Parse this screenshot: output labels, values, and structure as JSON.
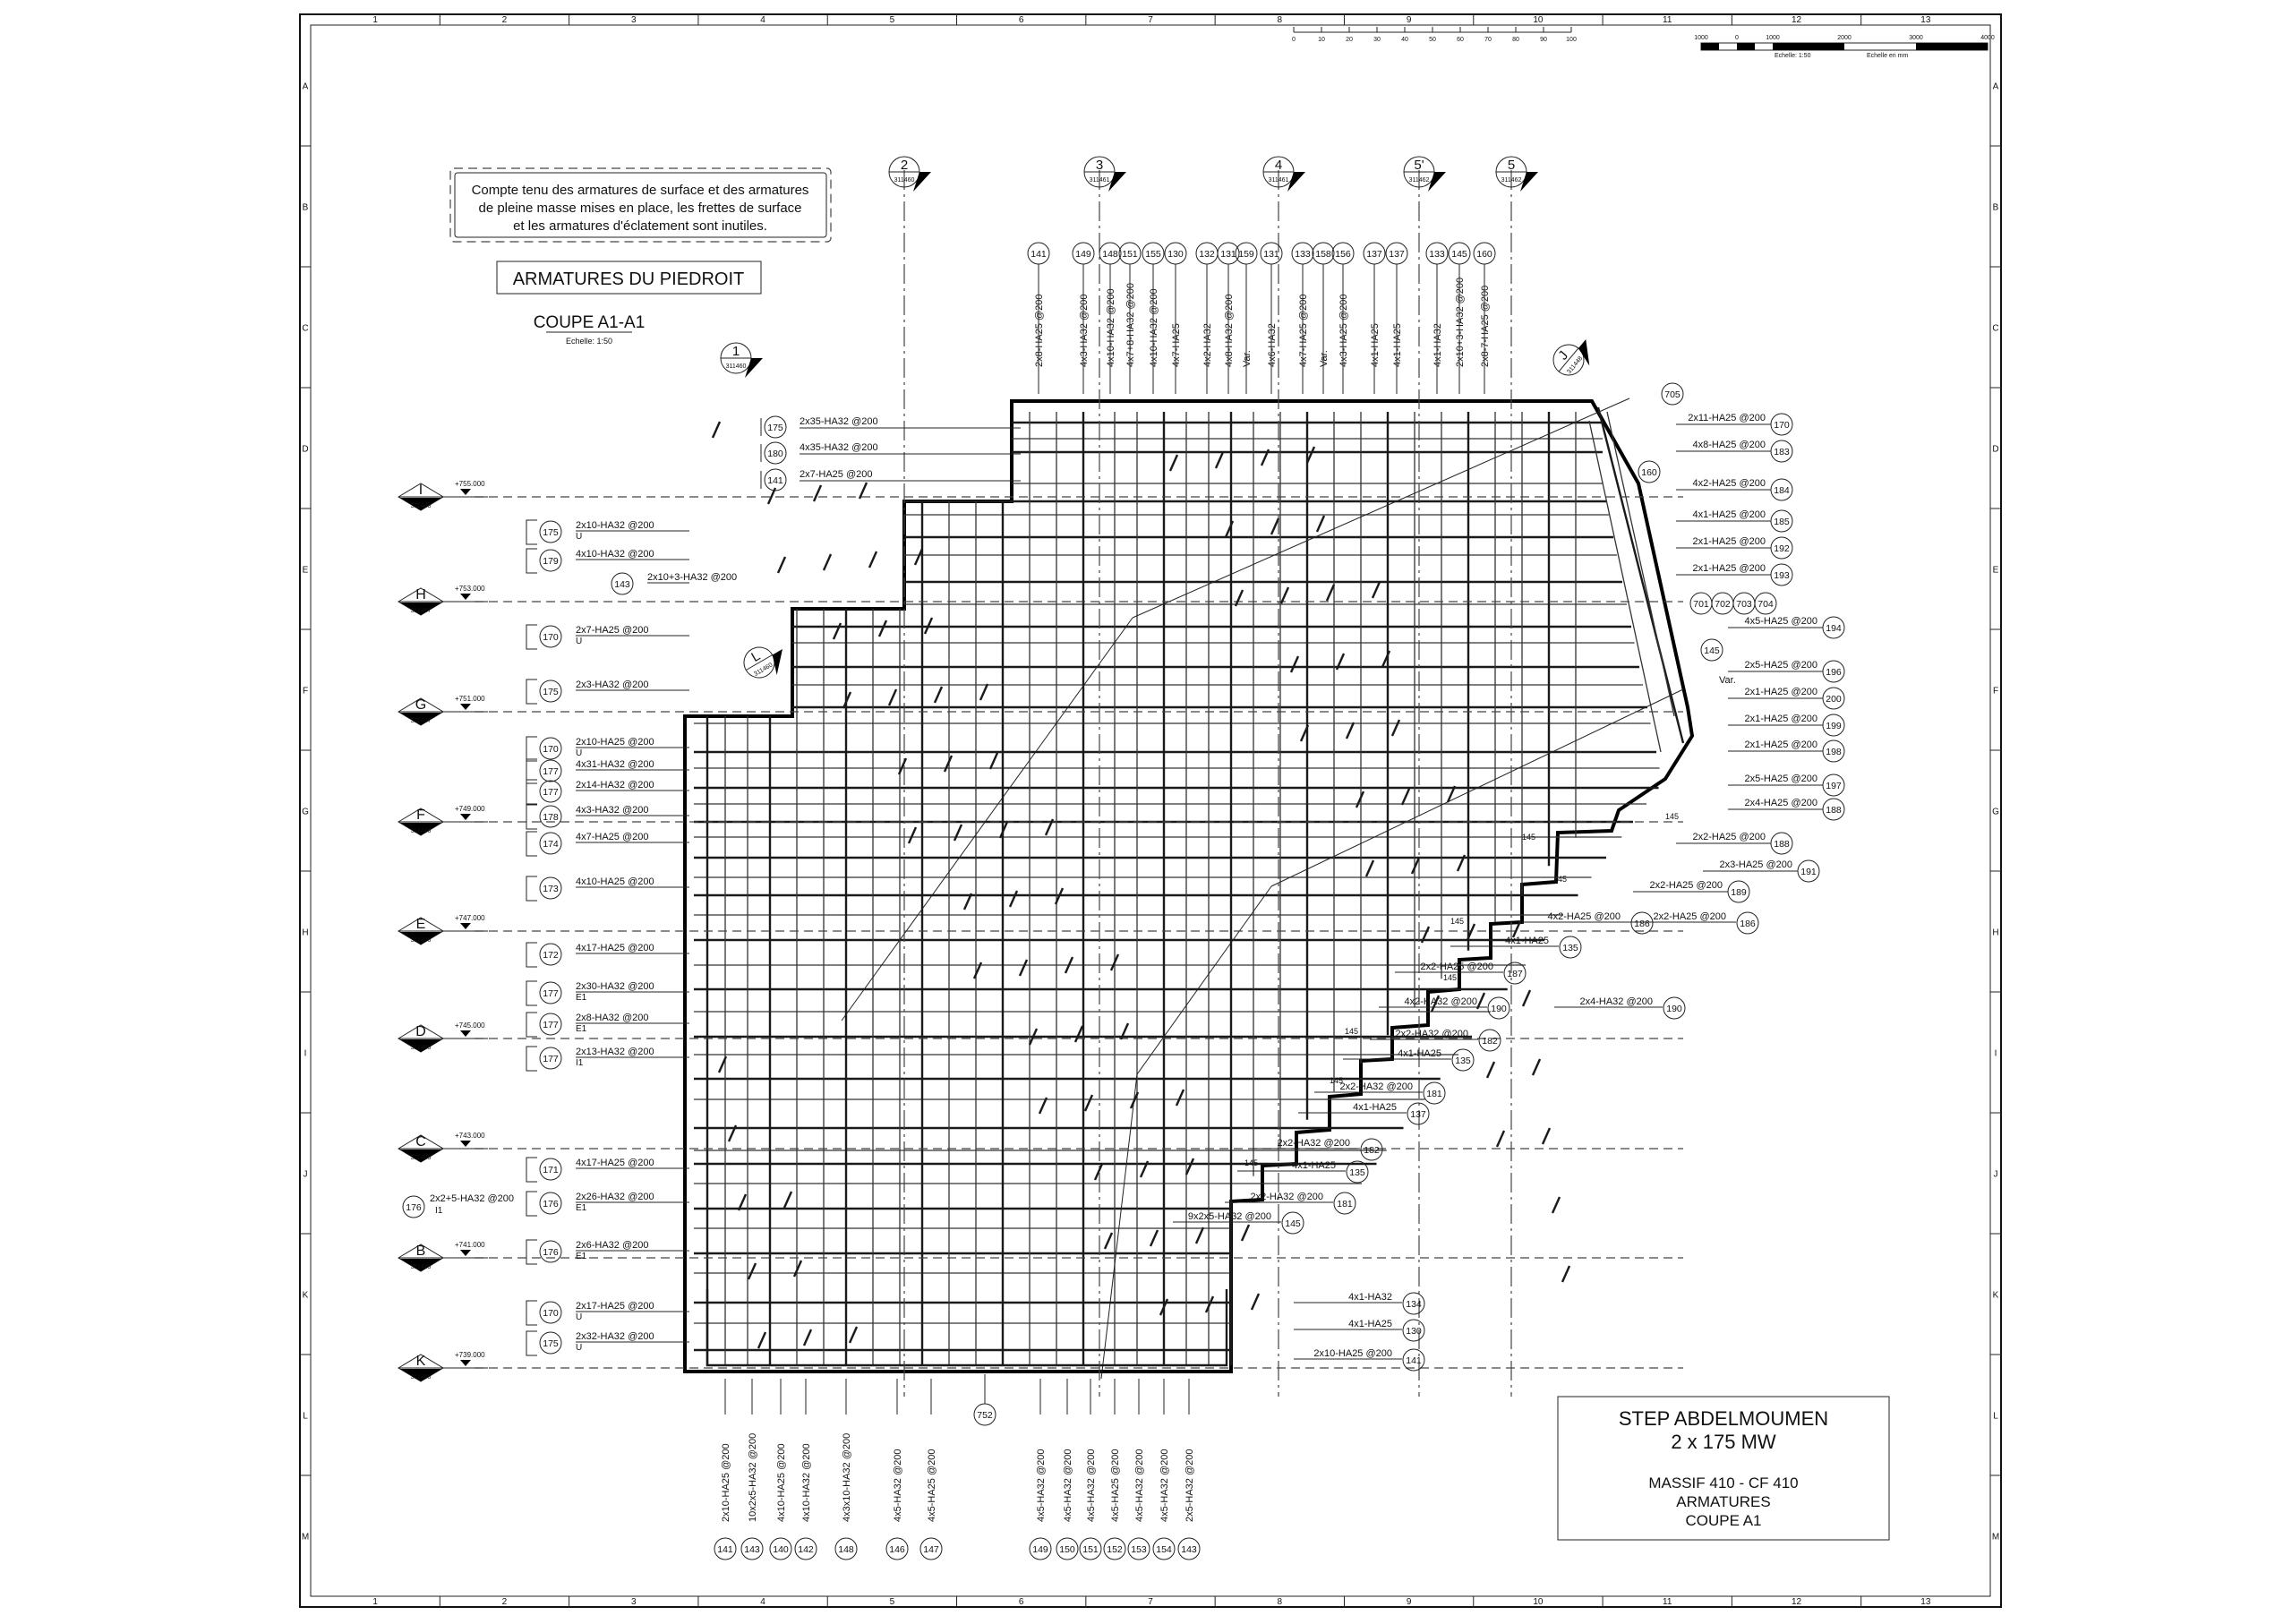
{
  "grid": {
    "columns": [
      "1",
      "2",
      "3",
      "4",
      "5",
      "6",
      "7",
      "8",
      "9",
      "10",
      "11",
      "12",
      "13"
    ],
    "rows": [
      "A",
      "B",
      "C",
      "D",
      "E",
      "F",
      "G",
      "H",
      "I",
      "J",
      "K",
      "L",
      "M"
    ]
  },
  "scale_bar": {
    "ticks_small": [
      "0",
      "10",
      "20",
      "30",
      "40",
      "50",
      "60",
      "70",
      "80",
      "90",
      "100"
    ],
    "ticks_right": [
      "1000",
      "0",
      "1000",
      "2000",
      "3000",
      "4000"
    ],
    "label_left": "Echelle: 1:50",
    "label_right": "Echelle en mm"
  },
  "note": {
    "lines": [
      "Compte tenu des armatures de surface et des armatures",
      "de pleine masse mises en place, les frettes de surface",
      "et les armatures d'éclatement sont inutiles."
    ]
  },
  "drawing_title": "ARMATURES DU PIEDROIT",
  "section_title": "COUPE A1-A1",
  "section_scale": "Echelle: 1:50",
  "axis_markers_top": [
    {
      "id": "2",
      "ref": "311460"
    },
    {
      "id": "3",
      "ref": "311461"
    },
    {
      "id": "4",
      "ref": "311461"
    },
    {
      "id": "5'",
      "ref": "311462"
    },
    {
      "id": "5",
      "ref": "311462"
    }
  ],
  "axis_marker_1": {
    "id": "1",
    "ref": "311460"
  },
  "axis_marker_L": {
    "id": "L",
    "ref": "311460"
  },
  "axis_marker_J": {
    "id": "J",
    "ref": "311448"
  },
  "level_markers": [
    {
      "id": "I",
      "ref": "311448",
      "level": "+755.000"
    },
    {
      "id": "H",
      "ref": "311447",
      "level": "+753.000"
    },
    {
      "id": "G",
      "ref": "311447",
      "level": "+751.000"
    },
    {
      "id": "F",
      "ref": "311446",
      "level": "+749.000"
    },
    {
      "id": "E",
      "ref": "311446",
      "level": "+747.000"
    },
    {
      "id": "D",
      "ref": "311445",
      "level": "+745.000"
    },
    {
      "id": "C",
      "ref": "311445",
      "level": "+743.000"
    },
    {
      "id": "B",
      "ref": "311445",
      "level": "+741.000"
    },
    {
      "id": "K",
      "ref": "311448",
      "level": "+739.000"
    }
  ],
  "top_bars": [
    {
      "text": "2x8-HA25 @200",
      "mark": "141"
    },
    {
      "text": "4x3-HA32 @200",
      "mark": "149"
    },
    {
      "text": "4x10-HA32 @200",
      "mark": "148"
    },
    {
      "text": "4x7+8-HA32 @200",
      "mark": "151"
    },
    {
      "text": "4x10-HA32 @200",
      "mark": "155"
    },
    {
      "text": "4x7-HA25",
      "mark": "130"
    },
    {
      "text": "4x2-HA32",
      "mark": "132"
    },
    {
      "text": "4x8-HA32 @200",
      "mark": "131"
    },
    {
      "text": "Var.",
      "mark": "159"
    },
    {
      "text": "4x6-HA32",
      "mark": "131"
    },
    {
      "text": "4x7-HA25 @200",
      "mark": "133"
    },
    {
      "text": "Var.",
      "mark": "158"
    },
    {
      "text": "4x3-HA25 @200",
      "mark": "156"
    },
    {
      "text": "4x1-HA25",
      "mark": "137"
    },
    {
      "text": "4x1-HA25",
      "mark": "137"
    },
    {
      "text": "4x1-HA32",
      "mark": "133"
    },
    {
      "text": "2x10+3-HA32 @200",
      "mark": "145"
    },
    {
      "text": "2x8-7-HA25 @200",
      "mark": "160"
    }
  ],
  "left_top_bars": [
    {
      "mark": "175",
      "text": "2x35-HA32 @200"
    },
    {
      "mark": "180",
      "text": "4x35-HA32 @200"
    },
    {
      "mark": "141",
      "text": "2x7-HA25 @200"
    }
  ],
  "left_bars": [
    {
      "mark": "175",
      "text": "2x10-HA32 @200",
      "sub": "U"
    },
    {
      "mark": "179",
      "text": "4x10-HA32 @200",
      "sub": ""
    },
    {
      "mark": "143",
      "text": "2x10+3-HA32 @200",
      "sub": ""
    },
    {
      "mark": "170",
      "text": "2x7-HA25 @200",
      "sub": "U"
    },
    {
      "mark": "175",
      "text": "2x3-HA32 @200",
      "sub": ""
    },
    {
      "mark": "170",
      "text": "2x10-HA25 @200",
      "sub": "U"
    },
    {
      "mark": "177",
      "text": "4x31-HA32 @200",
      "sub": ""
    },
    {
      "mark": "177",
      "text": "2x14-HA32 @200",
      "sub": ""
    },
    {
      "mark": "178",
      "text": "4x3-HA32 @200",
      "sub": ""
    },
    {
      "mark": "174",
      "text": "4x7-HA25 @200",
      "sub": ""
    },
    {
      "mark": "173",
      "text": "4x10-HA25 @200",
      "sub": ""
    },
    {
      "mark": "172",
      "text": "4x17-HA25 @200",
      "sub": ""
    },
    {
      "mark": "177",
      "text": "2x30-HA32 @200",
      "sub": "E1"
    },
    {
      "mark": "177",
      "text": "2x8-HA32 @200",
      "sub": "E1"
    },
    {
      "mark": "177",
      "text": "2x13-HA32 @200",
      "sub": "I1"
    },
    {
      "mark": "171",
      "text": "4x17-HA25 @200",
      "sub": ""
    },
    {
      "mark": "176",
      "text": "2x26-HA32 @200",
      "sub": "E1"
    },
    {
      "mark": "176",
      "text": "2x6-HA32 @200",
      "sub": "E1"
    },
    {
      "mark": "170",
      "text": "2x17-HA25 @200",
      "sub": "U"
    },
    {
      "mark": "175",
      "text": "2x32-HA32 @200",
      "sub": "U"
    }
  ],
  "left_extra": {
    "mark": "176",
    "text": "2x2+5-HA32 @200",
    "sub": "I1"
  },
  "right_bars": [
    {
      "text": "2x11-HA25 @200",
      "mark": "170"
    },
    {
      "text": "4x8-HA25 @200",
      "mark": "183"
    },
    {
      "text": "4x2-HA25 @200",
      "mark": "184"
    },
    {
      "text": "4x1-HA25 @200",
      "mark": "185"
    },
    {
      "text": "2x1-HA25 @200",
      "mark": "192"
    },
    {
      "text": "2x1-HA25 @200",
      "mark": "193"
    },
    {
      "text": "4x5-HA25 @200",
      "mark": "194"
    },
    {
      "text": "2x5-HA25 @200",
      "mark": "196"
    },
    {
      "text": "2x1-HA25 @200",
      "mark": "200"
    },
    {
      "text": "2x1-HA25 @200",
      "mark": "199"
    },
    {
      "text": "2x1-HA25 @200",
      "mark": "198"
    },
    {
      "text": "2x5-HA25 @200",
      "mark": "197"
    },
    {
      "text": "2x4-HA25 @200",
      "mark": "188"
    },
    {
      "text": "2x2-HA25 @200",
      "mark": "188"
    },
    {
      "text": "2x3-HA25 @200",
      "mark": "191"
    },
    {
      "text": "2x2-HA25 @200",
      "mark": "189"
    }
  ],
  "right_var": "Var.",
  "marks_inline": [
    "705",
    "160",
    "701",
    "702",
    "703",
    "704",
    "145"
  ],
  "step_bars": [
    {
      "text": "4x2-HA25 @200",
      "mark": "186"
    },
    {
      "text": "2x2-HA25 @200",
      "mark": "186"
    },
    {
      "text": "4x1-HA25",
      "mark": "135"
    },
    {
      "text": "2x2-HA25 @200",
      "mark": "187"
    },
    {
      "text": "4x2-HA32 @200",
      "mark": "190"
    },
    {
      "text": "2x4-HA32 @200",
      "mark": "190"
    },
    {
      "text": "2x2-HA32 @200",
      "mark": "182"
    },
    {
      "text": "4x1-HA25",
      "mark": "135"
    },
    {
      "text": "2x2-HA32 @200",
      "mark": "181"
    },
    {
      "text": "4x1-HA25",
      "mark": "137"
    },
    {
      "text": "2x2-HA32 @200",
      "mark": "182"
    },
    {
      "text": "4x1-HA25",
      "mark": "135"
    },
    {
      "text": "2x2-HA32 @200",
      "mark": "181"
    },
    {
      "text": "9x2x5-HA32 @200",
      "mark": "145"
    },
    {
      "text": "4x1-HA32",
      "mark": "134"
    },
    {
      "text": "4x1-HA25",
      "mark": "130"
    },
    {
      "text": "2x10-HA25 @200",
      "mark": "141"
    }
  ],
  "dim_145": "145",
  "bottom_bars": [
    {
      "text": "2x10-HA25 @200",
      "mark": "141"
    },
    {
      "text": "10x2x5-HA32 @200",
      "mark": "143"
    },
    {
      "text": "4x10-HA25 @200",
      "mark": "140"
    },
    {
      "text": "4x10-HA32 @200",
      "mark": "142"
    },
    {
      "text": "4x3x10-HA32 @200",
      "mark": "148"
    },
    {
      "text": "4x5-HA32 @200",
      "mark": "146"
    },
    {
      "text": "4x5-HA25 @200",
      "mark": "147"
    },
    {
      "text": "4x5-HA32 @200",
      "mark": "149"
    },
    {
      "text": "4x5-HA32 @200",
      "mark": "150"
    },
    {
      "text": "4x5-HA32 @200",
      "mark": "151"
    },
    {
      "text": "4x5-HA25 @200",
      "mark": "152"
    },
    {
      "text": "4x5-HA32 @200",
      "mark": "153"
    },
    {
      "text": "4x5-HA32 @200",
      "mark": "154"
    },
    {
      "text": "2x5-HA32 @200",
      "mark": "143"
    }
  ],
  "bottom_center_mark": "752",
  "title_block": {
    "project": "STEP ABDELMOUMEN",
    "power": "2 x 175 MW",
    "line1": "MASSIF 410 - CF 410",
    "line2": "ARMATURES",
    "line3": "COUPE A1"
  }
}
